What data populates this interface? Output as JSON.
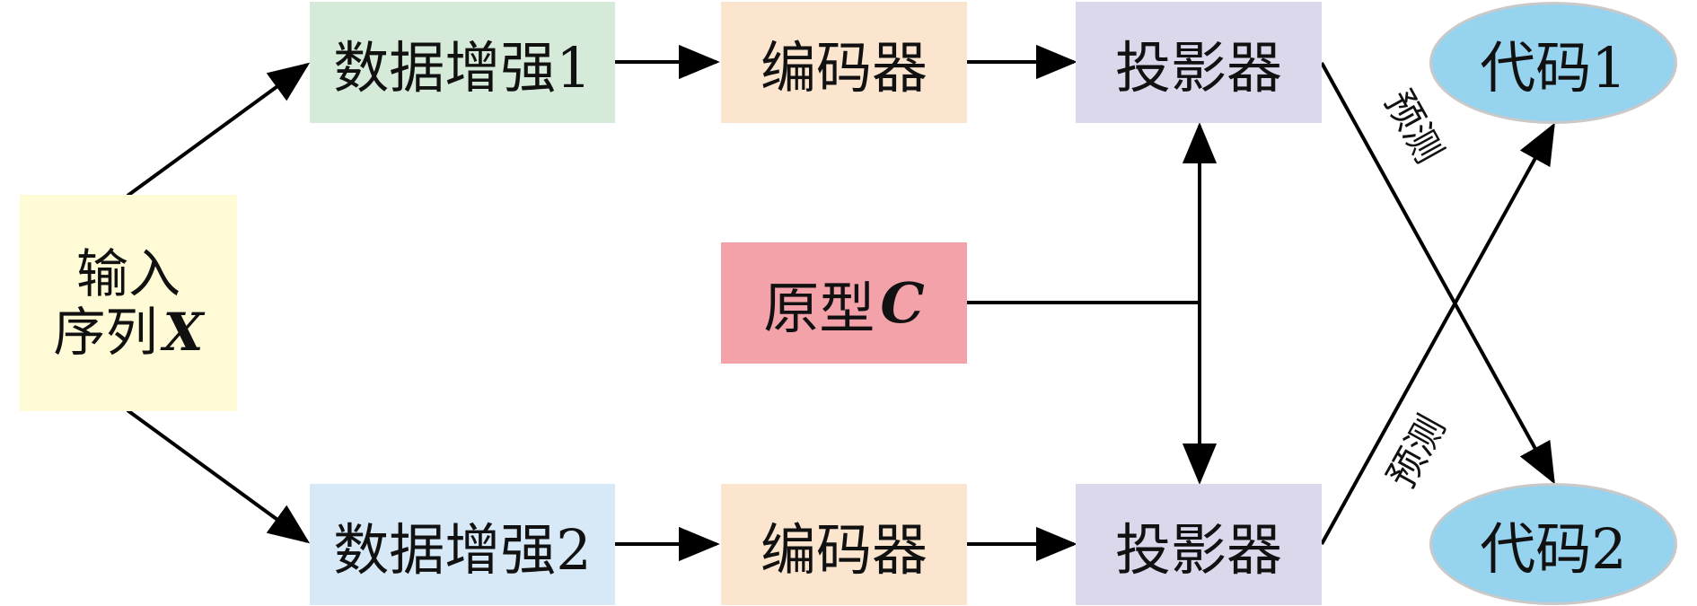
{
  "nodes": {
    "input": {
      "line1": "输入",
      "line2": "序列",
      "symbol": "X",
      "color": "#fffbd6"
    },
    "aug1": {
      "label": "数据增强1",
      "color": "#d5ead8"
    },
    "aug2": {
      "label": "数据增强2",
      "color": "#d7e9f7"
    },
    "enc1": {
      "label": "编码器",
      "color": "#fbe5cf"
    },
    "enc2": {
      "label": "编码器",
      "color": "#fbe5cf"
    },
    "proto": {
      "label": "原型",
      "symbol": "C",
      "color": "#f2a2a8"
    },
    "proj1": {
      "label": "投影器",
      "color": "#dcd8ec"
    },
    "proj2": {
      "label": "投影器",
      "color": "#dcd8ec"
    },
    "code1": {
      "label": "代码1",
      "color": "#96d3ef"
    },
    "code2": {
      "label": "代码2",
      "color": "#96d3ef"
    }
  },
  "edges": {
    "predict_label_top": "预测",
    "predict_label_bottom": "预测"
  }
}
